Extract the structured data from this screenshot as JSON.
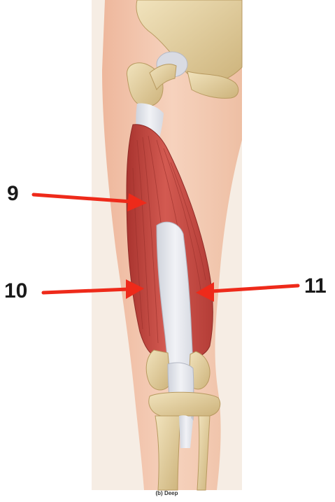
{
  "callouts": [
    {
      "number": "9"
    },
    {
      "number": "10"
    },
    {
      "number": "11"
    }
  ],
  "caption": "(b) Deep",
  "colors": {
    "arrow": "#ee2a1a",
    "muscle": "#c64a43",
    "tendon": "#e6e8ee",
    "bone": "#e3cf9e",
    "skin": "#f3c8ad",
    "panel": "#f6ede4"
  }
}
